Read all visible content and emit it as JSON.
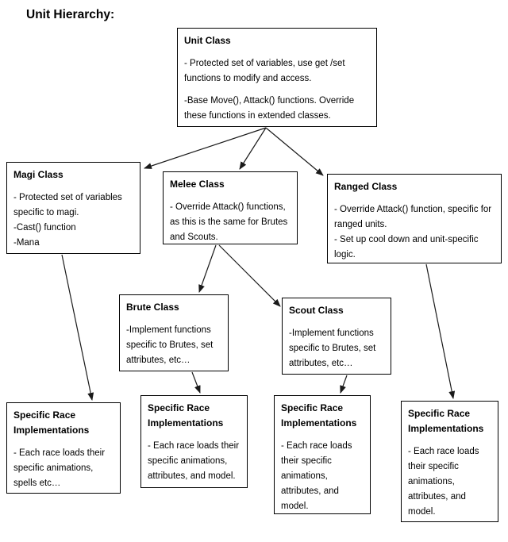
{
  "page": {
    "title": "Unit Hierarchy:"
  },
  "diagram": {
    "boxes": [
      {
        "id": "unit-class",
        "title": "Unit Class",
        "paragraphs": [
          "- Protected set of variables, use get /set functions to modify and access.",
          "-Base Move(), Attack() functions. Override these functions in extended classes."
        ]
      },
      {
        "id": "magi-class",
        "title": "Magi Class",
        "paragraphs": [
          "- Protected set of variables specific to magi.",
          "-Cast() function",
          "-Mana"
        ]
      },
      {
        "id": "melee-class",
        "title": "Melee Class",
        "paragraphs": [
          "- Override Attack() functions, as this is the same for Brutes and Scouts."
        ]
      },
      {
        "id": "ranged-class",
        "title": "Ranged Class",
        "paragraphs": [
          "- Override Attack() function, specific for ranged units.",
          "- Set up cool down and unit-specific logic."
        ]
      },
      {
        "id": "brute-class",
        "title": "Brute Class",
        "paragraphs": [
          "-Implement functions specific to Brutes, set attributes, etc…"
        ]
      },
      {
        "id": "scout-class",
        "title": "Scout Class",
        "paragraphs": [
          "-Implement functions specific to Brutes, set attributes, etc…"
        ]
      },
      {
        "id": "race-impl-magi",
        "title": "Specific Race Implementations",
        "paragraphs": [
          "- Each race loads their specific animations, spells etc…"
        ]
      },
      {
        "id": "race-impl-brute",
        "title": "Specific Race Implementations",
        "paragraphs": [
          "- Each race loads their specific animations, attributes, and model."
        ]
      },
      {
        "id": "race-impl-scout",
        "title": "Specific Race Implementations",
        "paragraphs": [
          "- Each race loads their specific animations, attributes, and model."
        ]
      },
      {
        "id": "race-impl-ranged",
        "title": "Specific Race Implementations",
        "paragraphs": [
          "- Each race loads their specific animations, attributes, and model."
        ]
      }
    ],
    "edges": [
      {
        "from": "unit-class",
        "to": "magi-class"
      },
      {
        "from": "unit-class",
        "to": "melee-class"
      },
      {
        "from": "unit-class",
        "to": "ranged-class"
      },
      {
        "from": "melee-class",
        "to": "brute-class"
      },
      {
        "from": "melee-class",
        "to": "scout-class"
      },
      {
        "from": "magi-class",
        "to": "race-impl-magi"
      },
      {
        "from": "brute-class",
        "to": "race-impl-brute"
      },
      {
        "from": "scout-class",
        "to": "race-impl-scout"
      },
      {
        "from": "ranged-class",
        "to": "race-impl-ranged"
      }
    ],
    "colors": {
      "box_border": "#000000",
      "text": "#000000",
      "background": "#ffffff",
      "arrow": "#1a1a1a"
    }
  }
}
